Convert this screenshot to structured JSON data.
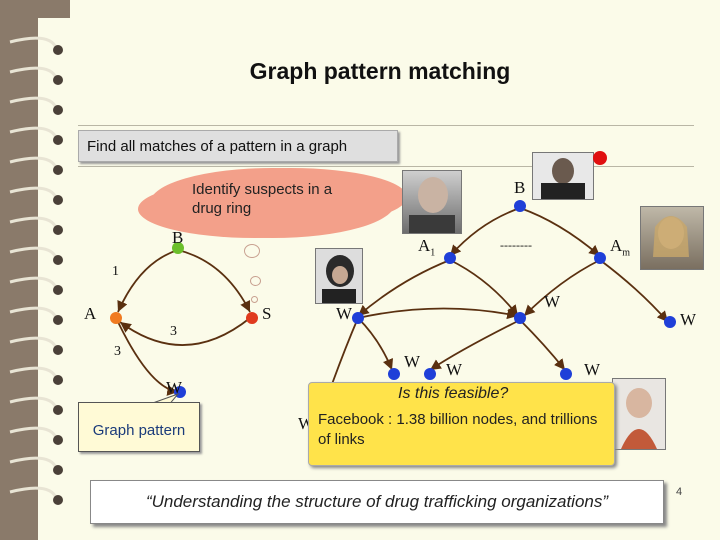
{
  "slide": {
    "title": "Graph pattern matching",
    "subtitle": "Find all matches of a pattern in a graph",
    "cloud_text": "Identify suspects in a drug ring",
    "pattern_caption": "Graph pattern",
    "feasible_title": "Is this feasible?",
    "feasible_text": "Facebook : 1.38 billion nodes, and trillions of links",
    "quote": "“Understanding the structure of drug trafficking organizations”",
    "page_number": "4"
  },
  "pattern_graph": {
    "labels": {
      "B": "B",
      "A": "A",
      "S": "S",
      "W": "W"
    },
    "edge_labels": {
      "e1": "1",
      "e2": "3",
      "e3": "3"
    }
  },
  "data_graph": {
    "labels": {
      "B": "B",
      "A1": "A",
      "A1_sub": "1",
      "Am": "A",
      "Am_sub": "m",
      "dots": "--------",
      "W1": "W",
      "W2": "W",
      "W3": "W",
      "W4": "W",
      "W5": "W",
      "W6": "W",
      "W7": "W"
    }
  },
  "colors": {
    "node_blue": "#1f3fd8",
    "node_red": "#e03a1e",
    "node_green": "#6bbf2a",
    "node_orange": "#f07a20",
    "cloud": "#f3a08a",
    "feasible_bg": "#ffe34a"
  }
}
